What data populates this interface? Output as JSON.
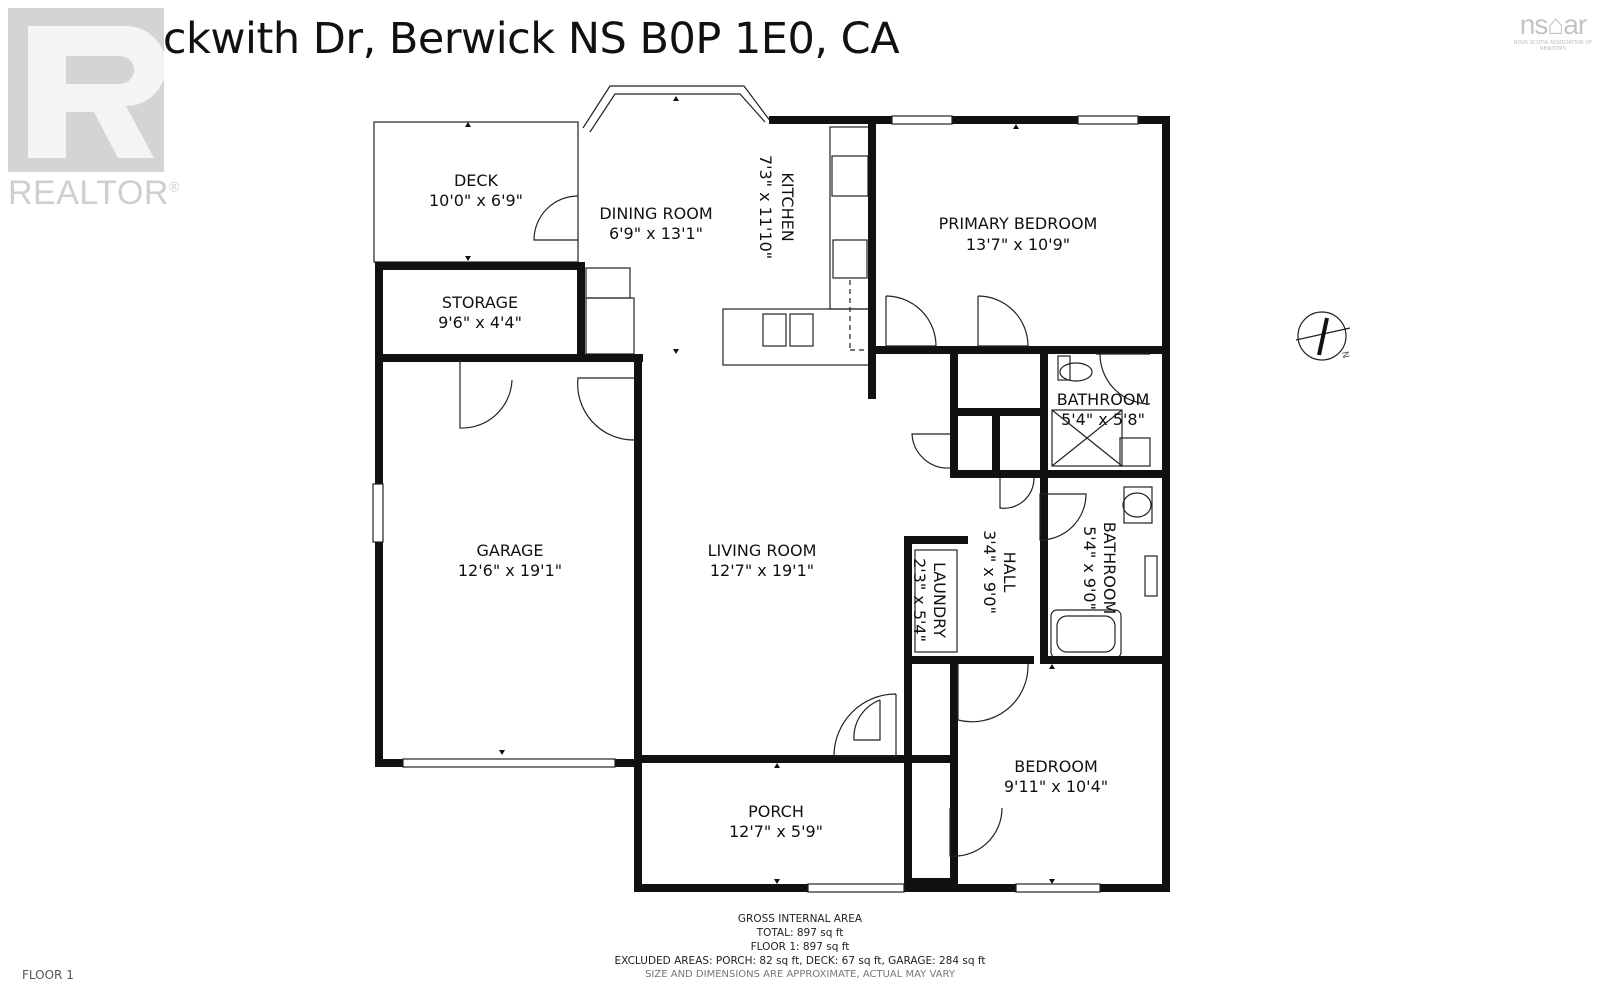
{
  "listing": {
    "address": "20 Beckwith Dr, Berwick NS B0P 1E0, CA"
  },
  "branding": {
    "realtor_word": "REALTOR",
    "realtor_reg": "®",
    "nsar_mark": "ns⌂ar",
    "nsar_sub": "NOVA SCOTIA ASSOCIATION OF REALTORS"
  },
  "rooms": {
    "deck": {
      "name": "DECK",
      "dims": "10'0\" x 6'9\""
    },
    "storage": {
      "name": "STORAGE",
      "dims": "9'6\" x 4'4\""
    },
    "dining": {
      "name": "DINING ROOM",
      "dims": "6'9\" x 13'1\""
    },
    "kitchen": {
      "name": "KITCHEN",
      "dims": "7'3\" x 11'10\""
    },
    "primary": {
      "name": "PRIMARY BEDROOM",
      "dims": "13'7\" x 10'9\""
    },
    "bath1": {
      "name": "BATHROOM",
      "dims": "5'4\" x 5'8\""
    },
    "garage": {
      "name": "GARAGE",
      "dims": "12'6\" x 19'1\""
    },
    "living": {
      "name": "LIVING ROOM",
      "dims": "12'7\" x 19'1\""
    },
    "laundry": {
      "name": "LAUNDRY",
      "dims": "2'3\" x 5'4\""
    },
    "hall": {
      "name": "HALL",
      "dims": "3'4\" x 9'0\""
    },
    "bath2": {
      "name": "BATHROOM",
      "dims": "5'4\" x 9'0\""
    },
    "porch": {
      "name": "PORCH",
      "dims": "12'7\" x 5'9\""
    },
    "bedroom": {
      "name": "BEDROOM",
      "dims": "9'11\" x 10'4\""
    }
  },
  "area": {
    "heading": "GROSS INTERNAL AREA",
    "total": "TOTAL: 897 sq ft",
    "floor1": "FLOOR 1: 897 sq ft",
    "excluded": "EXCLUDED AREAS: PORCH: 82 sq ft, DECK: 67 sq ft, GARAGE: 284 sq ft",
    "disclaimer": "SIZE AND DIMENSIONS ARE APPROXIMATE, ACTUAL MAY VARY"
  },
  "floor_label": "FLOOR 1",
  "compass": {
    "label": "N"
  }
}
